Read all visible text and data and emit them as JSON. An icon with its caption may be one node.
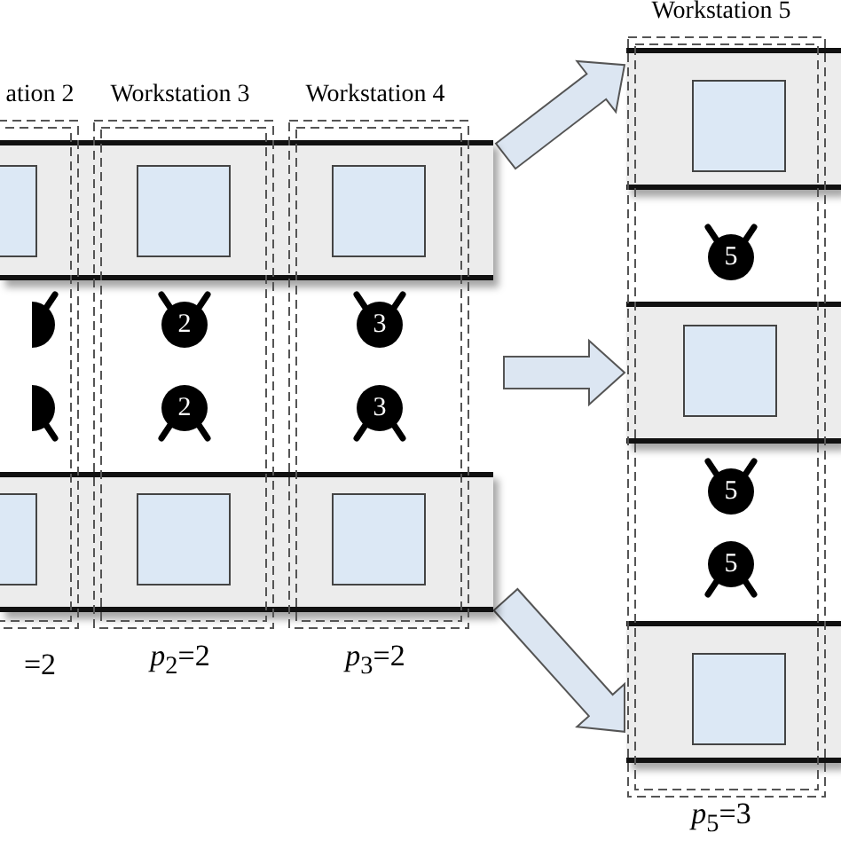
{
  "diagram": {
    "nodes": [
      {
        "text": [],
        "shape": "bar"
      },
      {
        "text": [],
        "shape": "bar"
      },
      {
        "text": [
          "ation 2"
        ],
        "beside": [
          "=2"
        ]
      },
      {
        "text": [],
        "shape": "box"
      },
      {
        "text": [],
        "shape": "circle",
        "in": 2
      },
      {
        "text": [],
        "shape": "circle",
        "in": 2
      },
      {
        "text": [],
        "shape": "box"
      },
      {
        "text": [
          "Workstation 3"
        ],
        "beside": [
          "*p*$_{2}$=2"
        ]
      },
      {
        "text": [],
        "shape": "box"
      },
      {
        "text": [
          "2"
        ],
        "in": 7
      },
      {
        "text": [
          "2"
        ],
        "in": 7
      },
      {
        "text": [],
        "shape": "box"
      },
      {
        "text": [
          "Workstation 4"
        ],
        "beside": [
          "*p*$_{3}$=2"
        ]
      },
      {
        "text": [],
        "shape": "box"
      },
      {
        "text": [
          "3"
        ],
        "in": 12
      },
      {
        "text": [
          "3"
        ],
        "in": 12
      },
      {
        "text": [],
        "shape": "box"
      },
      {
        "text": [],
        "shape": "bar"
      },
      {
        "text": [],
        "shape": "bar"
      },
      {
        "text": [],
        "shape": "bar"
      },
      {
        "text": [
          "Workstation 5"
        ],
        "beside": [
          "*p*$_{5}$=3"
        ]
      },
      {
        "text": [],
        "shape": "box",
        "in": 17
      },
      {
        "text": [
          "5"
        ],
        "in": 20
      },
      {
        "text": [],
        "shape": "box",
        "in": 18
      },
      {
        "text": [
          "5"
        ],
        "in": 20
      },
      {
        "text": [
          "5"
        ],
        "in": 20
      },
      {
        "text": [],
        "shape": "box",
        "in": 19
      }
    ],
    "edges": [
      {
        "from": null,
        "to": 17,
        "arrow": "to"
      },
      {
        "from": null,
        "to": 18,
        "arrow": "to"
      },
      {
        "from": null,
        "to": 19,
        "arrow": "to"
      }
    ]
  }
}
